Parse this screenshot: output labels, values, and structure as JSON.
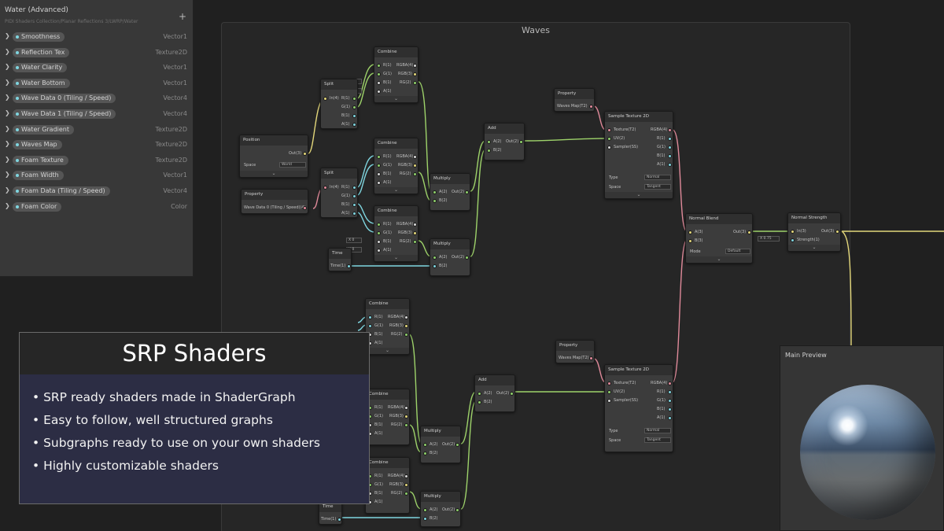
{
  "blackboard": {
    "title": "Water (Advanced)",
    "path": "PIDI Shaders Collection/Planar Reflections 3/LWRP/Water",
    "add_icon": "plus-icon",
    "properties": [
      {
        "name": "Smoothness",
        "type": "Vector1"
      },
      {
        "name": "Reflection Tex",
        "type": "Texture2D"
      },
      {
        "name": "Water Clarity",
        "type": "Vector1"
      },
      {
        "name": "Water Bottom",
        "type": "Vector1"
      },
      {
        "name": "Wave Data 0 (Tiling / Speed)",
        "type": "Vector4"
      },
      {
        "name": "Wave Data 1 (Tiling / Speed)",
        "type": "Vector4"
      },
      {
        "name": "Water Gradient",
        "type": "Texture2D"
      },
      {
        "name": "Waves Map",
        "type": "Texture2D"
      },
      {
        "name": "Foam Texture",
        "type": "Texture2D"
      },
      {
        "name": "Foam Width",
        "type": "Vector1"
      },
      {
        "name": "Foam Data (Tiling / Speed)",
        "type": "Vector4"
      },
      {
        "name": "Foam Color",
        "type": "Color"
      }
    ]
  },
  "group": {
    "title": "Waves"
  },
  "nodes": {
    "combine": {
      "title": "Combine",
      "inputs": [
        "R(1)",
        "G(1)",
        "B(1)",
        "A(1)"
      ],
      "outputs": [
        "RGBA(4)",
        "RGB(3)",
        "RG(2)"
      ]
    },
    "split": {
      "title": "Split",
      "input": "In(4)",
      "outputs": [
        "R(1)",
        "G(1)",
        "B(1)",
        "A(1)"
      ]
    },
    "position": {
      "title": "Position",
      "output": "Out(3)",
      "space_label": "Space",
      "space_value": "World"
    },
    "property_wave": {
      "title": "Property",
      "value": "Wave Data 0 (Tiling / Speed)(4)"
    },
    "multiply": {
      "title": "Multiply",
      "inputs": [
        "A(2)",
        "B(2)"
      ],
      "output": "Out(2)"
    },
    "time": {
      "title": "Time",
      "output": "Time(1)"
    },
    "add": {
      "title": "Add",
      "inputs": [
        "A(2)",
        "B(2)"
      ],
      "output": "Out(2)"
    },
    "property_map": {
      "title": "Property",
      "value": "Waves Map(T2)"
    },
    "sample": {
      "title": "Sample Texture 2D",
      "inputs": [
        "Texture(T2)",
        "UV(2)",
        "Sampler(SS)"
      ],
      "outputs": [
        "RGBA(4)",
        "R(1)",
        "G(1)",
        "B(1)",
        "A(1)"
      ],
      "type_label": "Type",
      "type_value": "Normal",
      "space_label": "Space",
      "space_value": "Tangent"
    },
    "normal_blend": {
      "title": "Normal Blend",
      "inputs": [
        "A(3)",
        "B(3)"
      ],
      "output": "Out(3)",
      "mode_label": "Mode",
      "mode_value": "Default"
    },
    "normal_strength": {
      "title": "Normal Strength",
      "inputs": [
        "In(3)",
        "Strength(1)"
      ],
      "output": "Out(3)",
      "x_label": "X",
      "x_value": "0.75"
    },
    "x_label": "X",
    "zero": "0"
  },
  "info": {
    "title": "SRP Shaders",
    "bullets": [
      "• SRP ready shaders made in ShaderGraph",
      "• Easy to follow, well structured graphs",
      "• Subgraphs ready to use on your own shaders",
      "• Highly customizable shaders"
    ]
  },
  "preview": {
    "title": "Main Preview"
  },
  "colors": {
    "wire_green": "#9ed36a",
    "wire_cyan": "#7fd6e0",
    "wire_yellow": "#e3d77a",
    "wire_pink": "#e08a9a",
    "info_bg": "#2c2d44"
  }
}
